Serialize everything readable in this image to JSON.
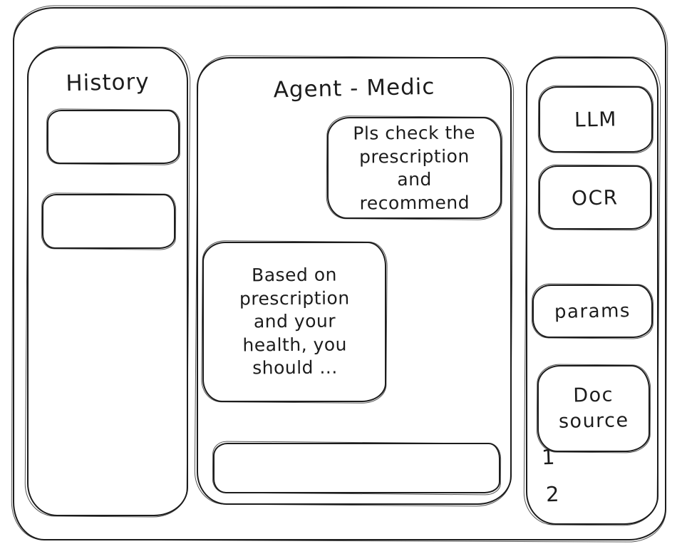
{
  "colors": {
    "stroke": "#1c1c1c",
    "background": "#ffffff"
  },
  "history_panel": {
    "title": "History"
  },
  "chat_panel": {
    "title": "Agent - Medic",
    "user_message": "Pls check the prescription and recommend",
    "assistant_message": "Based on prescription and your health, you should ...",
    "input_value": ""
  },
  "tools_panel": {
    "llm_label": "LLM",
    "ocr_label": "OCR",
    "params_label": "params",
    "doc_source_label": "Doc source",
    "doc_source_items": [
      "1",
      "2"
    ]
  }
}
